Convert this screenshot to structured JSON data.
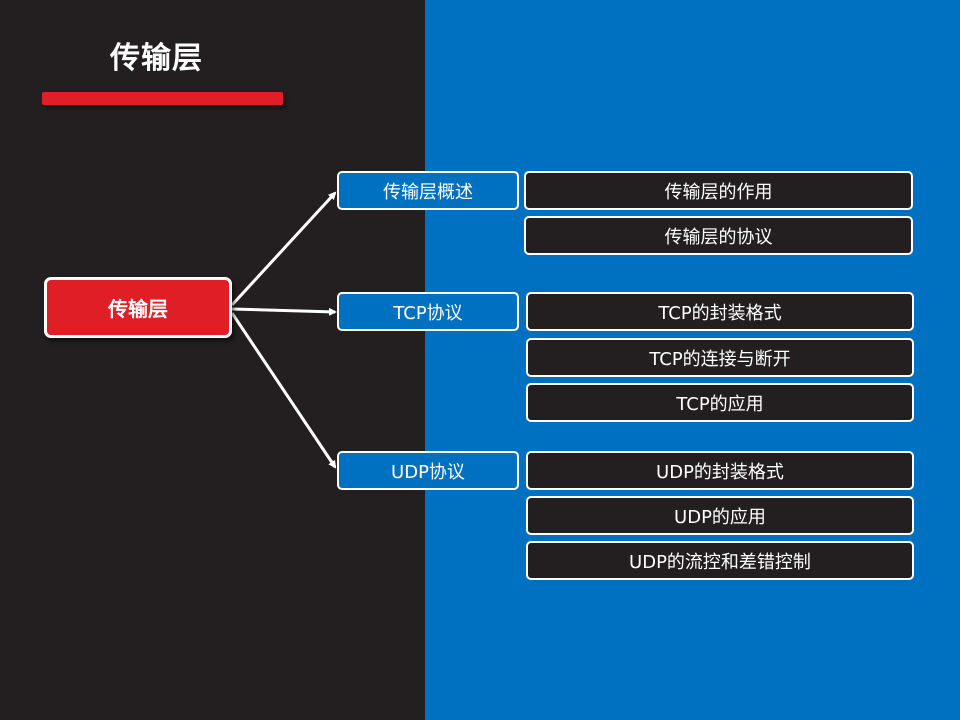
{
  "title": "传输层",
  "root": {
    "label": "传输层"
  },
  "groups": [
    {
      "label": "传输层概述",
      "children": [
        "传输层的作用",
        "传输层的协议"
      ]
    },
    {
      "label": "TCP协议",
      "children": [
        "TCP的封装格式",
        "TCP的连接与断开",
        "TCP的应用"
      ]
    },
    {
      "label": "UDP协议",
      "children": [
        "UDP的封装格式",
        "UDP的应用",
        "UDP的流控和差错控制"
      ]
    }
  ],
  "colors": {
    "left_bg": "#231f20",
    "right_bg": "#0070c0",
    "accent": "#e01e26",
    "border": "#ffffff"
  }
}
